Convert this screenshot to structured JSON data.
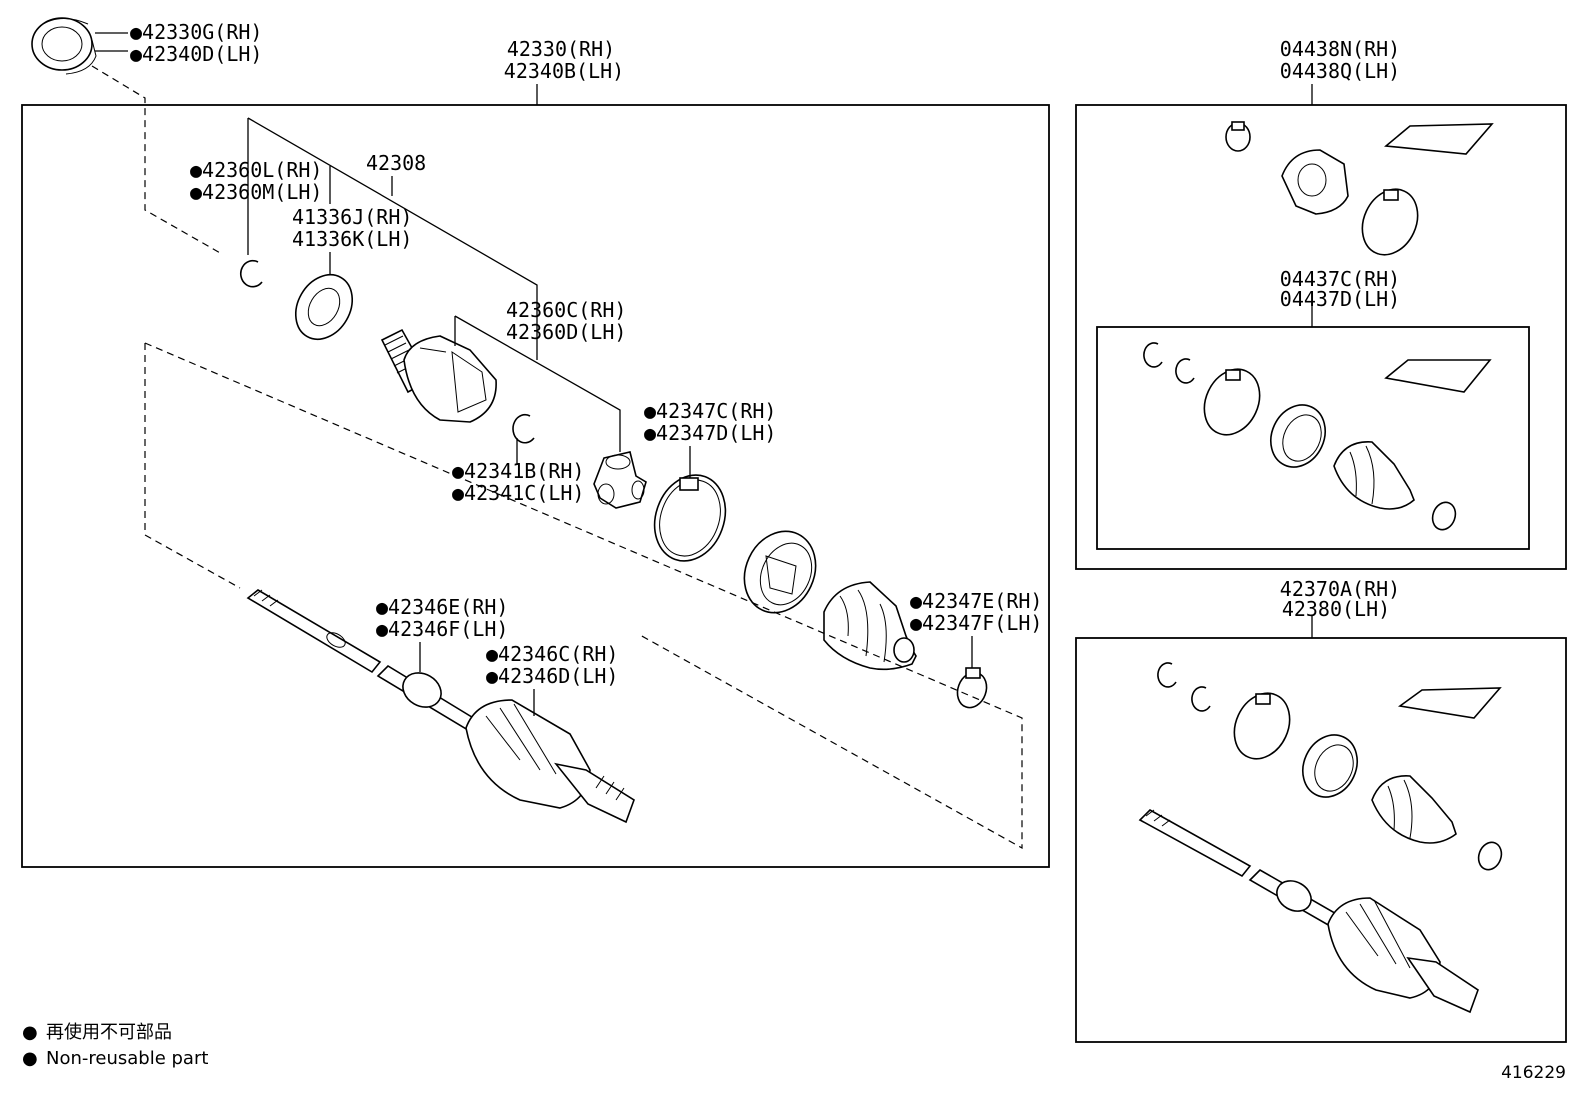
{
  "kit_main": [
    "42330(RH)",
    "42340B(LH)"
  ],
  "bearing": [
    "●42330G(RH)",
    "●42340D(LH)"
  ],
  "snap_ring_outer": [
    "●42360L(RH)",
    "●42360M(LH)"
  ],
  "shaft_part": "42308",
  "washer": [
    "41336J(RH)",
    "41336K(LH)"
  ],
  "housing": [
    "42360C(RH)",
    "42360D(LH)"
  ],
  "clamp_inner": [
    "●42347C(RH)",
    "●42347D(LH)"
  ],
  "snap_ring_inner": [
    "●42341B(RH)",
    "●42341C(LH)"
  ],
  "clamp_small": [
    "●42347E(RH)",
    "●42347F(LH)"
  ],
  "damper": [
    "●42346E(RH)",
    "●42346F(LH)"
  ],
  "boot_outer": [
    "●42346C(RH)",
    "●42346D(LH)"
  ],
  "kit_boot_outer": [
    "04438N(RH)",
    "04438Q(LH)"
  ],
  "kit_boot_inner": [
    "04437C(RH)",
    "04437D(LH)"
  ],
  "kit_shaft_outer": [
    "42370A(RH)",
    "42380(LH)"
  ],
  "legend": {
    "bullet": "●",
    "jp": "再使用不可部品",
    "en": "Non-reusable part"
  },
  "diagram_code": "416229"
}
